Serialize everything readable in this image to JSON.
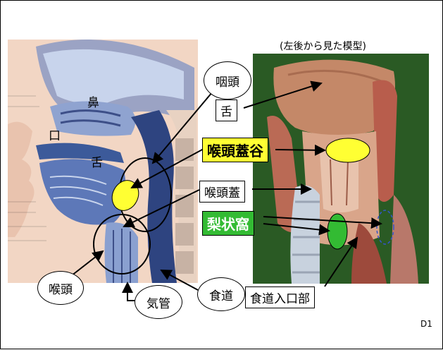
{
  "model_caption": "(左後から見た模型)",
  "left_diagram": {
    "nose": "鼻",
    "mouth": "口",
    "tongue": "舌"
  },
  "labels": {
    "pharynx": "咽頭",
    "tongue_model": "舌",
    "vallecula": "喉頭蓋谷",
    "epiglottis": "喉頭蓋",
    "piriform_sinus": "梨状窩",
    "larynx": "喉頭",
    "trachea": "気管",
    "esophagus": "食道",
    "esophageal_entrance": "食道入口部"
  },
  "slide_number": "D1",
  "colors": {
    "yellow_highlight": "#ffff33",
    "green_highlight": "#33bb33"
  }
}
